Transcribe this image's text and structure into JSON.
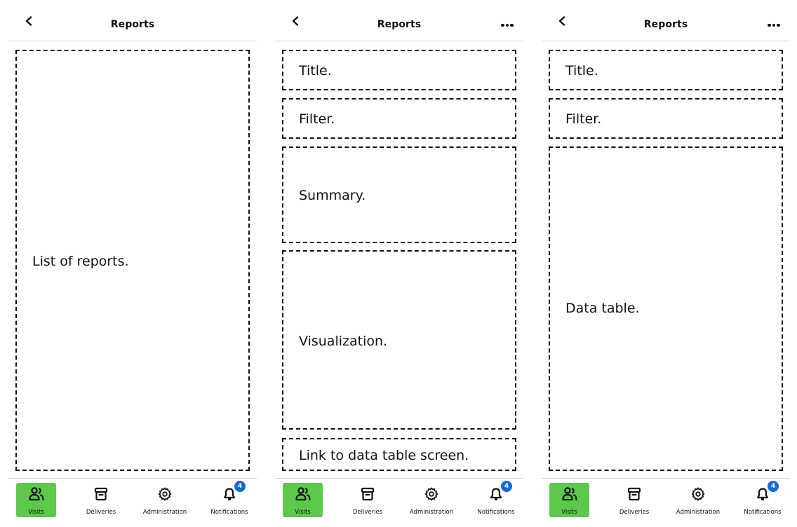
{
  "header": {
    "title": "Reports"
  },
  "screens": [
    {
      "sections": [
        {
          "label": "List of reports."
        }
      ]
    },
    {
      "sections": [
        {
          "label": "Title."
        },
        {
          "label": "Filter."
        },
        {
          "label": "Summary."
        },
        {
          "label": "Visualization."
        },
        {
          "label": "Link to data table screen."
        }
      ]
    },
    {
      "sections": [
        {
          "label": "Title."
        },
        {
          "label": "Filter."
        },
        {
          "label": "Data table."
        }
      ]
    }
  ],
  "tabbar": {
    "items": [
      {
        "label": "Visits",
        "icon": "people-icon",
        "active": true
      },
      {
        "label": "Deliveries",
        "icon": "archive-icon"
      },
      {
        "label": "Administration",
        "icon": "gear-icon"
      },
      {
        "label": "Notifications",
        "icon": "bell-icon",
        "badge": "4"
      }
    ]
  },
  "colors": {
    "active_tab": "#5cc94a",
    "badge": "#1669d9"
  }
}
